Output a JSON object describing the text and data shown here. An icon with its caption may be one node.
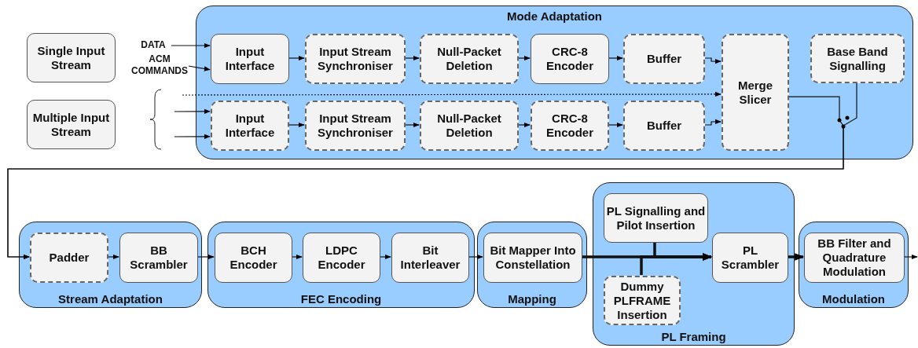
{
  "diagram": {
    "nodes": [
      {
        "text": [
          "Mode Adaptation"
        ]
      },
      {
        "text": [
          "Single Input Stream"
        ]
      },
      {
        "text": [
          "Multiple Input Stream"
        ]
      },
      {
        "text": [
          "DATA"
        ]
      },
      {
        "text": [
          "ACM COMMANDS"
        ]
      },
      {
        "text": [
          "Input Interface"
        ],
        "in": 0
      },
      {
        "text": [
          "Input Stream Synchroniser"
        ],
        "in": 0
      },
      {
        "text": [
          "Null-Packet Deletion"
        ],
        "in": 0
      },
      {
        "text": [
          "CRC-8 Encoder"
        ],
        "in": 0
      },
      {
        "text": [
          "Buffer"
        ],
        "in": 0
      },
      {
        "text": [
          "Input Interface"
        ],
        "in": 0
      },
      {
        "text": [
          "Input Stream Synchroniser"
        ],
        "in": 0
      },
      {
        "text": [
          "Null-Packet Deletion"
        ],
        "in": 0
      },
      {
        "text": [
          "CRC-8 Encoder"
        ],
        "in": 0
      },
      {
        "text": [
          "Buffer"
        ],
        "in": 0
      },
      {
        "text": [
          "Merge Slicer"
        ],
        "in": 0
      },
      {
        "text": [
          "Base Band Signalling"
        ],
        "in": 0
      },
      {
        "text": [
          "Stream Adaptation"
        ]
      },
      {
        "text": [
          "Padder"
        ],
        "in": 17
      },
      {
        "text": [
          "BB Scrambler"
        ],
        "in": 17
      },
      {
        "text": [
          "FEC Encoding"
        ]
      },
      {
        "text": [
          "BCH Encoder"
        ],
        "in": 20
      },
      {
        "text": [
          "LDPC Encoder"
        ],
        "in": 20
      },
      {
        "text": [
          "Bit Interleaver"
        ],
        "in": 20
      },
      {
        "text": [
          "Mapping"
        ]
      },
      {
        "text": [
          "Bit Mapper Into Constellation"
        ],
        "in": 24
      },
      {
        "text": [
          "PL Framing"
        ]
      },
      {
        "text": [
          "PL Signalling and Pilot Insertion"
        ],
        "in": 26
      },
      {
        "text": [
          "Dummy PLFRAME Insertion"
        ],
        "in": 26
      },
      {
        "text": [
          "PL Scrambler"
        ],
        "in": 26
      },
      {
        "text": [
          "Modulation"
        ]
      },
      {
        "text": [
          "BB Filter and Quadrature Modulation"
        ],
        "in": 30
      }
    ],
    "edges": [
      {
        "from": 3,
        "to": 5,
        "arrow": "to"
      },
      {
        "from": 4,
        "to": 5,
        "arrow": "to"
      },
      {
        "from": null,
        "to": 10,
        "arrow": "to"
      },
      {
        "from": null,
        "to": 10,
        "arrow": "to"
      },
      {
        "from": 5,
        "to": 6,
        "arrow": "to"
      },
      {
        "from": 6,
        "to": 7,
        "arrow": "to"
      },
      {
        "from": 7,
        "to": 8,
        "arrow": "to"
      },
      {
        "from": 8,
        "to": 9,
        "arrow": "to"
      },
      {
        "from": 9,
        "to": 15,
        "arrow": "to"
      },
      {
        "from": 10,
        "to": 11,
        "arrow": "to"
      },
      {
        "from": 11,
        "to": 12,
        "arrow": "to"
      },
      {
        "from": 12,
        "to": 13,
        "arrow": "to"
      },
      {
        "from": 13,
        "to": 14,
        "arrow": "to"
      },
      {
        "from": 14,
        "to": 15,
        "arrow": "to"
      },
      {
        "from": null,
        "to": 15,
        "arrow": "to",
        "style": "dashed"
      },
      {
        "from": 15,
        "to": 18,
        "arrow": "to"
      },
      {
        "from": 16,
        "to": 18,
        "arrow": "to"
      },
      {
        "from": 18,
        "to": 19,
        "arrow": "to"
      },
      {
        "from": 19,
        "to": 21,
        "arrow": "to"
      },
      {
        "from": 21,
        "to": 22,
        "arrow": "to"
      },
      {
        "from": 22,
        "to": 23,
        "arrow": "to"
      },
      {
        "from": 23,
        "to": 25,
        "arrow": "to"
      },
      {
        "from": 25,
        "to": 29,
        "arrow": "to",
        "style": "thick"
      },
      {
        "from": 27,
        "to": 29,
        "arrow": "to",
        "style": "thick"
      },
      {
        "from": 28,
        "to": 29,
        "arrow": "to",
        "style": "thick"
      },
      {
        "from": 29,
        "to": 31,
        "arrow": "to",
        "style": "thick"
      },
      {
        "from": 31,
        "to": null,
        "arrow": "to"
      }
    ]
  }
}
